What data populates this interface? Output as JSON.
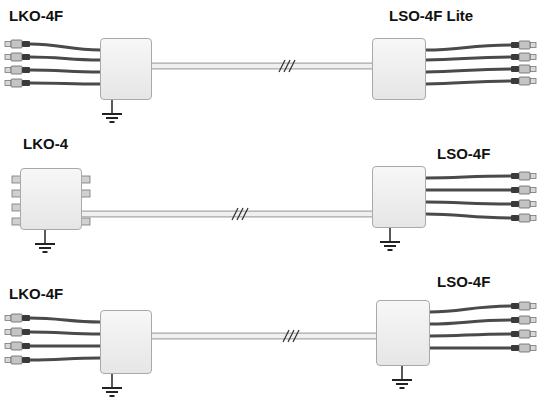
{
  "diagram": {
    "nodes": [
      {
        "text": [
          "LKO-4F"
        ]
      },
      {
        "text": [
          "LSO-4F Lite"
        ]
      },
      {
        "text": [
          "LKO-4"
        ]
      },
      {
        "text": [
          "LSO-4F"
        ]
      },
      {
        "text": [
          "LKO-4F"
        ]
      },
      {
        "text": [
          "LSO-4F"
        ]
      }
    ],
    "edges": [
      {
        "from": 0,
        "to": 1,
        "arrow": "none"
      },
      {
        "from": 2,
        "to": 3,
        "arrow": "none"
      },
      {
        "from": 4,
        "to": 5,
        "arrow": "none"
      }
    ]
  }
}
